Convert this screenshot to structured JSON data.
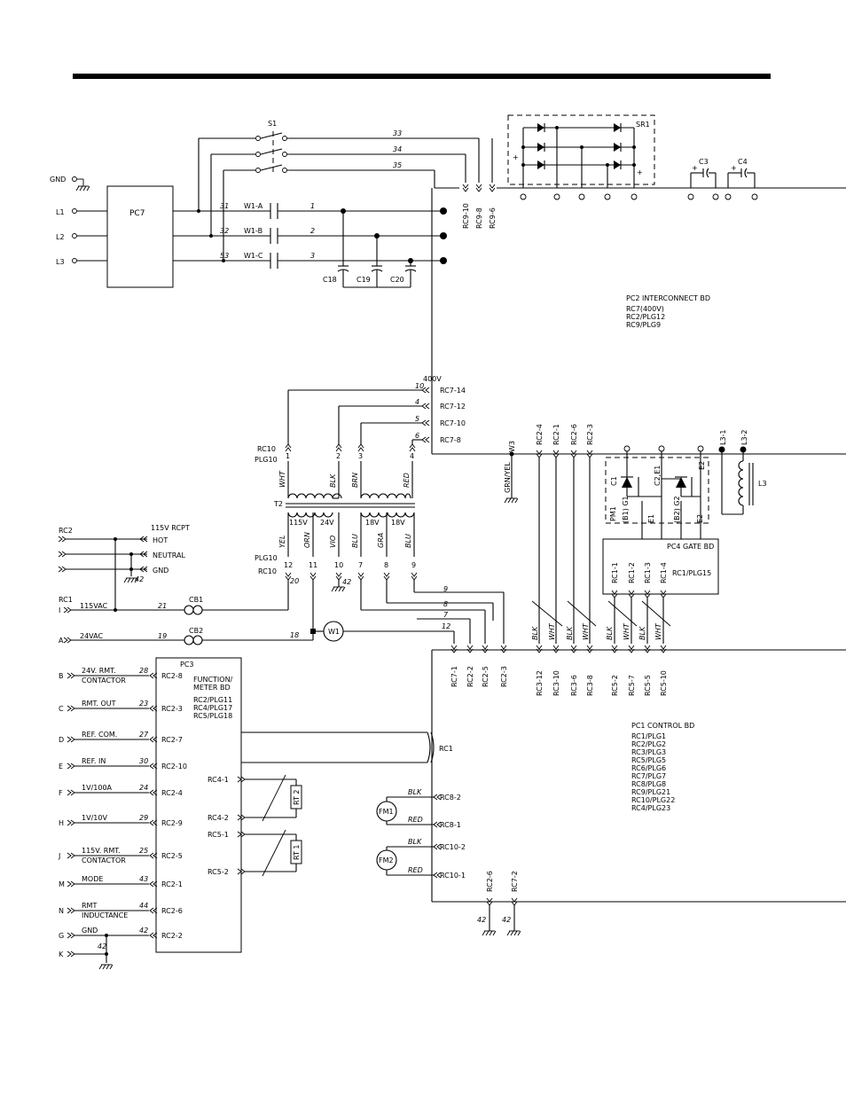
{
  "inputs_left": [
    {
      "label": "GND"
    },
    {
      "label": "L1"
    },
    {
      "label": "L2"
    },
    {
      "label": "L3"
    }
  ],
  "components": {
    "pc7": "PC7",
    "s1": "S1",
    "sr1": "SR1",
    "c3": "C3",
    "c4": "C4",
    "c18": "C18",
    "c19": "C19",
    "c20": "C20",
    "t2": "T2",
    "pm1": "PM1",
    "l3": "L3",
    "cb1": "CB1",
    "cb2": "CB2",
    "w1": "W1",
    "fm1": "FM1",
    "fm2": "FM2",
    "rt1": "RT 1",
    "rt2": "RT 2",
    "rc1": "RC1",
    "w3": "W3"
  },
  "contactor": [
    "W1-A",
    "W1-B",
    "W1-C"
  ],
  "main_wires": [
    "31",
    "32",
    "53",
    "1",
    "2",
    "3",
    "33",
    "34",
    "35"
  ],
  "rc9": [
    "RC9-10",
    "RC9-8",
    "RC9-6"
  ],
  "pc2": {
    "title": "PC2  INTERCONNECT  BD",
    "lines": [
      "RC7(400V)",
      "RC2/PLG12",
      "RC9/PLG9"
    ]
  },
  "rc7_top": {
    "voltage": "400V",
    "items": [
      {
        "wire": "10",
        "label": "RC7-14"
      },
      {
        "wire": "4",
        "label": "RC7-12"
      },
      {
        "wire": "5",
        "label": "RC7-10"
      },
      {
        "wire": "6",
        "label": "RC7-8"
      }
    ]
  },
  "t2": {
    "rc10_top": "RC10",
    "plg10_top": "PLG10",
    "pins_top": [
      "1",
      "2",
      "3",
      "4"
    ],
    "colors_top": [
      "WHT",
      "BLK",
      "BRN",
      "RED"
    ],
    "voltages": [
      "115V",
      "24V",
      "18V",
      "18V"
    ],
    "colors_bottom": [
      "YEL",
      "ORN",
      "VIO",
      "BLU",
      "GRA",
      "BLU"
    ],
    "plg10_bottom": "PLG10",
    "rc10_bottom": "RC10",
    "pins_bottom": [
      "12",
      "11",
      "10",
      "7",
      "8",
      "9"
    ],
    "wire_20": "20",
    "gnd_42": "42"
  },
  "rc2_rcpt": {
    "rc2": "RC2",
    "title": "115V  RCPT",
    "hot": "HOT",
    "neutral": "NEUTRAL",
    "gnd": "GND",
    "wire_42": "42"
  },
  "rc1_left": {
    "rc1": "RC1",
    "i": "I",
    "label": "115VAC",
    "wire": "21"
  },
  "a_line": {
    "a": "A",
    "label": "24VAC",
    "wire19": "19",
    "wire18": "18"
  },
  "rc7_bottom": [
    "RC7-1",
    "RC2-2",
    "RC2-5",
    "RC2-3"
  ],
  "rc7_bottom_wires": [
    "9",
    "8",
    "7",
    "12"
  ],
  "green_yel": "GRN/YEL",
  "rc2_top": [
    "RC2-4",
    "RC2-1",
    "RC2-6",
    "RC2-3"
  ],
  "pm1_labels": {
    "c1": "C1",
    "c2e1": "C2,E1",
    "e2": "E2",
    "b1g1": "(B1)\nG1",
    "e1": "E1",
    "b2g2": "(B2)\nG2",
    "e2b": "E2"
  },
  "l3_labels": [
    "L3-1",
    "L3-2"
  ],
  "pc4": {
    "title": "PC4  GATE  BD",
    "pins": [
      "RC1-1",
      "RC1-2",
      "RC1-3",
      "RC1-4"
    ],
    "plg": "RC1/PLG15"
  },
  "rc3_bottom": [
    "RC3-12",
    "RC3-10",
    "RC3-6",
    "RC3-8"
  ],
  "rc5_bottom": [
    "RC5-2",
    "RC5-7",
    "RC5-5",
    "RC5-10"
  ],
  "twisted_colors": [
    "BLK",
    "WHT",
    "BLK",
    "WHT",
    "BLK",
    "WHT",
    "BLK",
    "WHT"
  ],
  "pc3": {
    "title": "PC3",
    "sub1": "FUNCTION/",
    "sub2": "METER  BD",
    "lines": [
      "RC2/PLG11",
      "RC4/PLG17",
      "RC5/PLG18"
    ],
    "rows": [
      {
        "letter": "B",
        "label": "24V.  RMT.",
        "label2": "CONTACTOR",
        "wire": "28",
        "pin": "RC2-8"
      },
      {
        "letter": "C",
        "label": "RMT.  OUT",
        "label2": "",
        "wire": "23",
        "pin": "RC2-3"
      },
      {
        "letter": "D",
        "label": "REF.  COM.",
        "label2": "",
        "wire": "27",
        "pin": "RC2-7"
      },
      {
        "letter": "E",
        "label": "REF.  IN",
        "label2": "",
        "wire": "30",
        "pin": "RC2-10"
      },
      {
        "letter": "F",
        "label": "1V/100A",
        "label2": "",
        "wire": "24",
        "pin": "RC2-4"
      },
      {
        "letter": "H",
        "label": "1V/10V",
        "label2": "",
        "wire": "29",
        "pin": "RC2-9"
      },
      {
        "letter": "J",
        "label": "115V.  RMT.",
        "label2": "CONTACTOR",
        "wire": "25",
        "pin": "RC2-5"
      },
      {
        "letter": "M",
        "label": "MODE",
        "label2": "",
        "wire": "43",
        "pin": "RC2-1"
      },
      {
        "letter": "N",
        "label": "RMT",
        "label2": "INDUCTANCE",
        "wire": "44",
        "pin": "RC2-6"
      },
      {
        "letter": "G",
        "label": "GND",
        "label2": "",
        "wire": "42",
        "pin": "RC2-2"
      }
    ],
    "k": "K",
    "k_wire": "42"
  },
  "rc4_rc5": [
    "RC4-1",
    "RC4-2",
    "RC5-1",
    "RC5-2"
  ],
  "fans": [
    {
      "c1": "BLK",
      "p1": "RC8-2",
      "c2": "RED",
      "p2": "RC8-1"
    },
    {
      "c1": "BLK",
      "p1": "RC10-2",
      "c2": "RED",
      "p2": "RC10-1"
    }
  ],
  "bottom_gnds": {
    "labels": [
      "RC2-6",
      "RC7-2"
    ],
    "wires": [
      "42",
      "42"
    ]
  },
  "pc1": {
    "title": "PC1  CONTROL  BD",
    "lines": [
      "RC1/PLG1",
      "RC2/PLG2",
      "RC3/PLG3",
      "RC5/PLG5",
      "RC6/PLG6",
      "RC7/PLG7",
      "RC8/PLG8",
      "RC9/PLG21",
      "RC10/PLG22",
      "RC4/PLG23"
    ]
  },
  "symbols": {
    "plus": "+"
  }
}
